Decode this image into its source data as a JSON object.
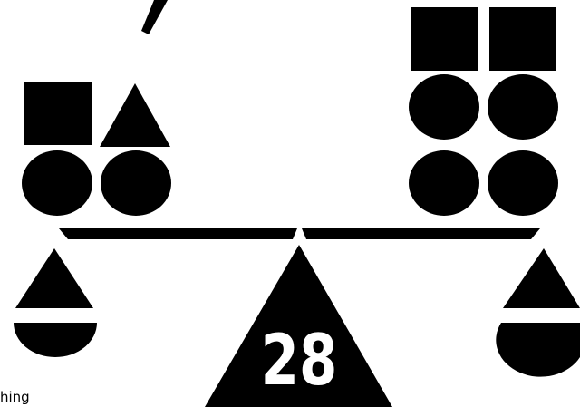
{
  "fulcrum": {
    "number": "28"
  },
  "corner_text": "hing",
  "colors": {
    "ink": "#000000",
    "background": "#ffffff"
  },
  "left_pan": {
    "shapes": [
      "square",
      "triangle",
      "circle",
      "circle"
    ]
  },
  "right_pan": {
    "shapes": [
      "square",
      "square",
      "circle",
      "circle",
      "circle",
      "circle"
    ]
  }
}
